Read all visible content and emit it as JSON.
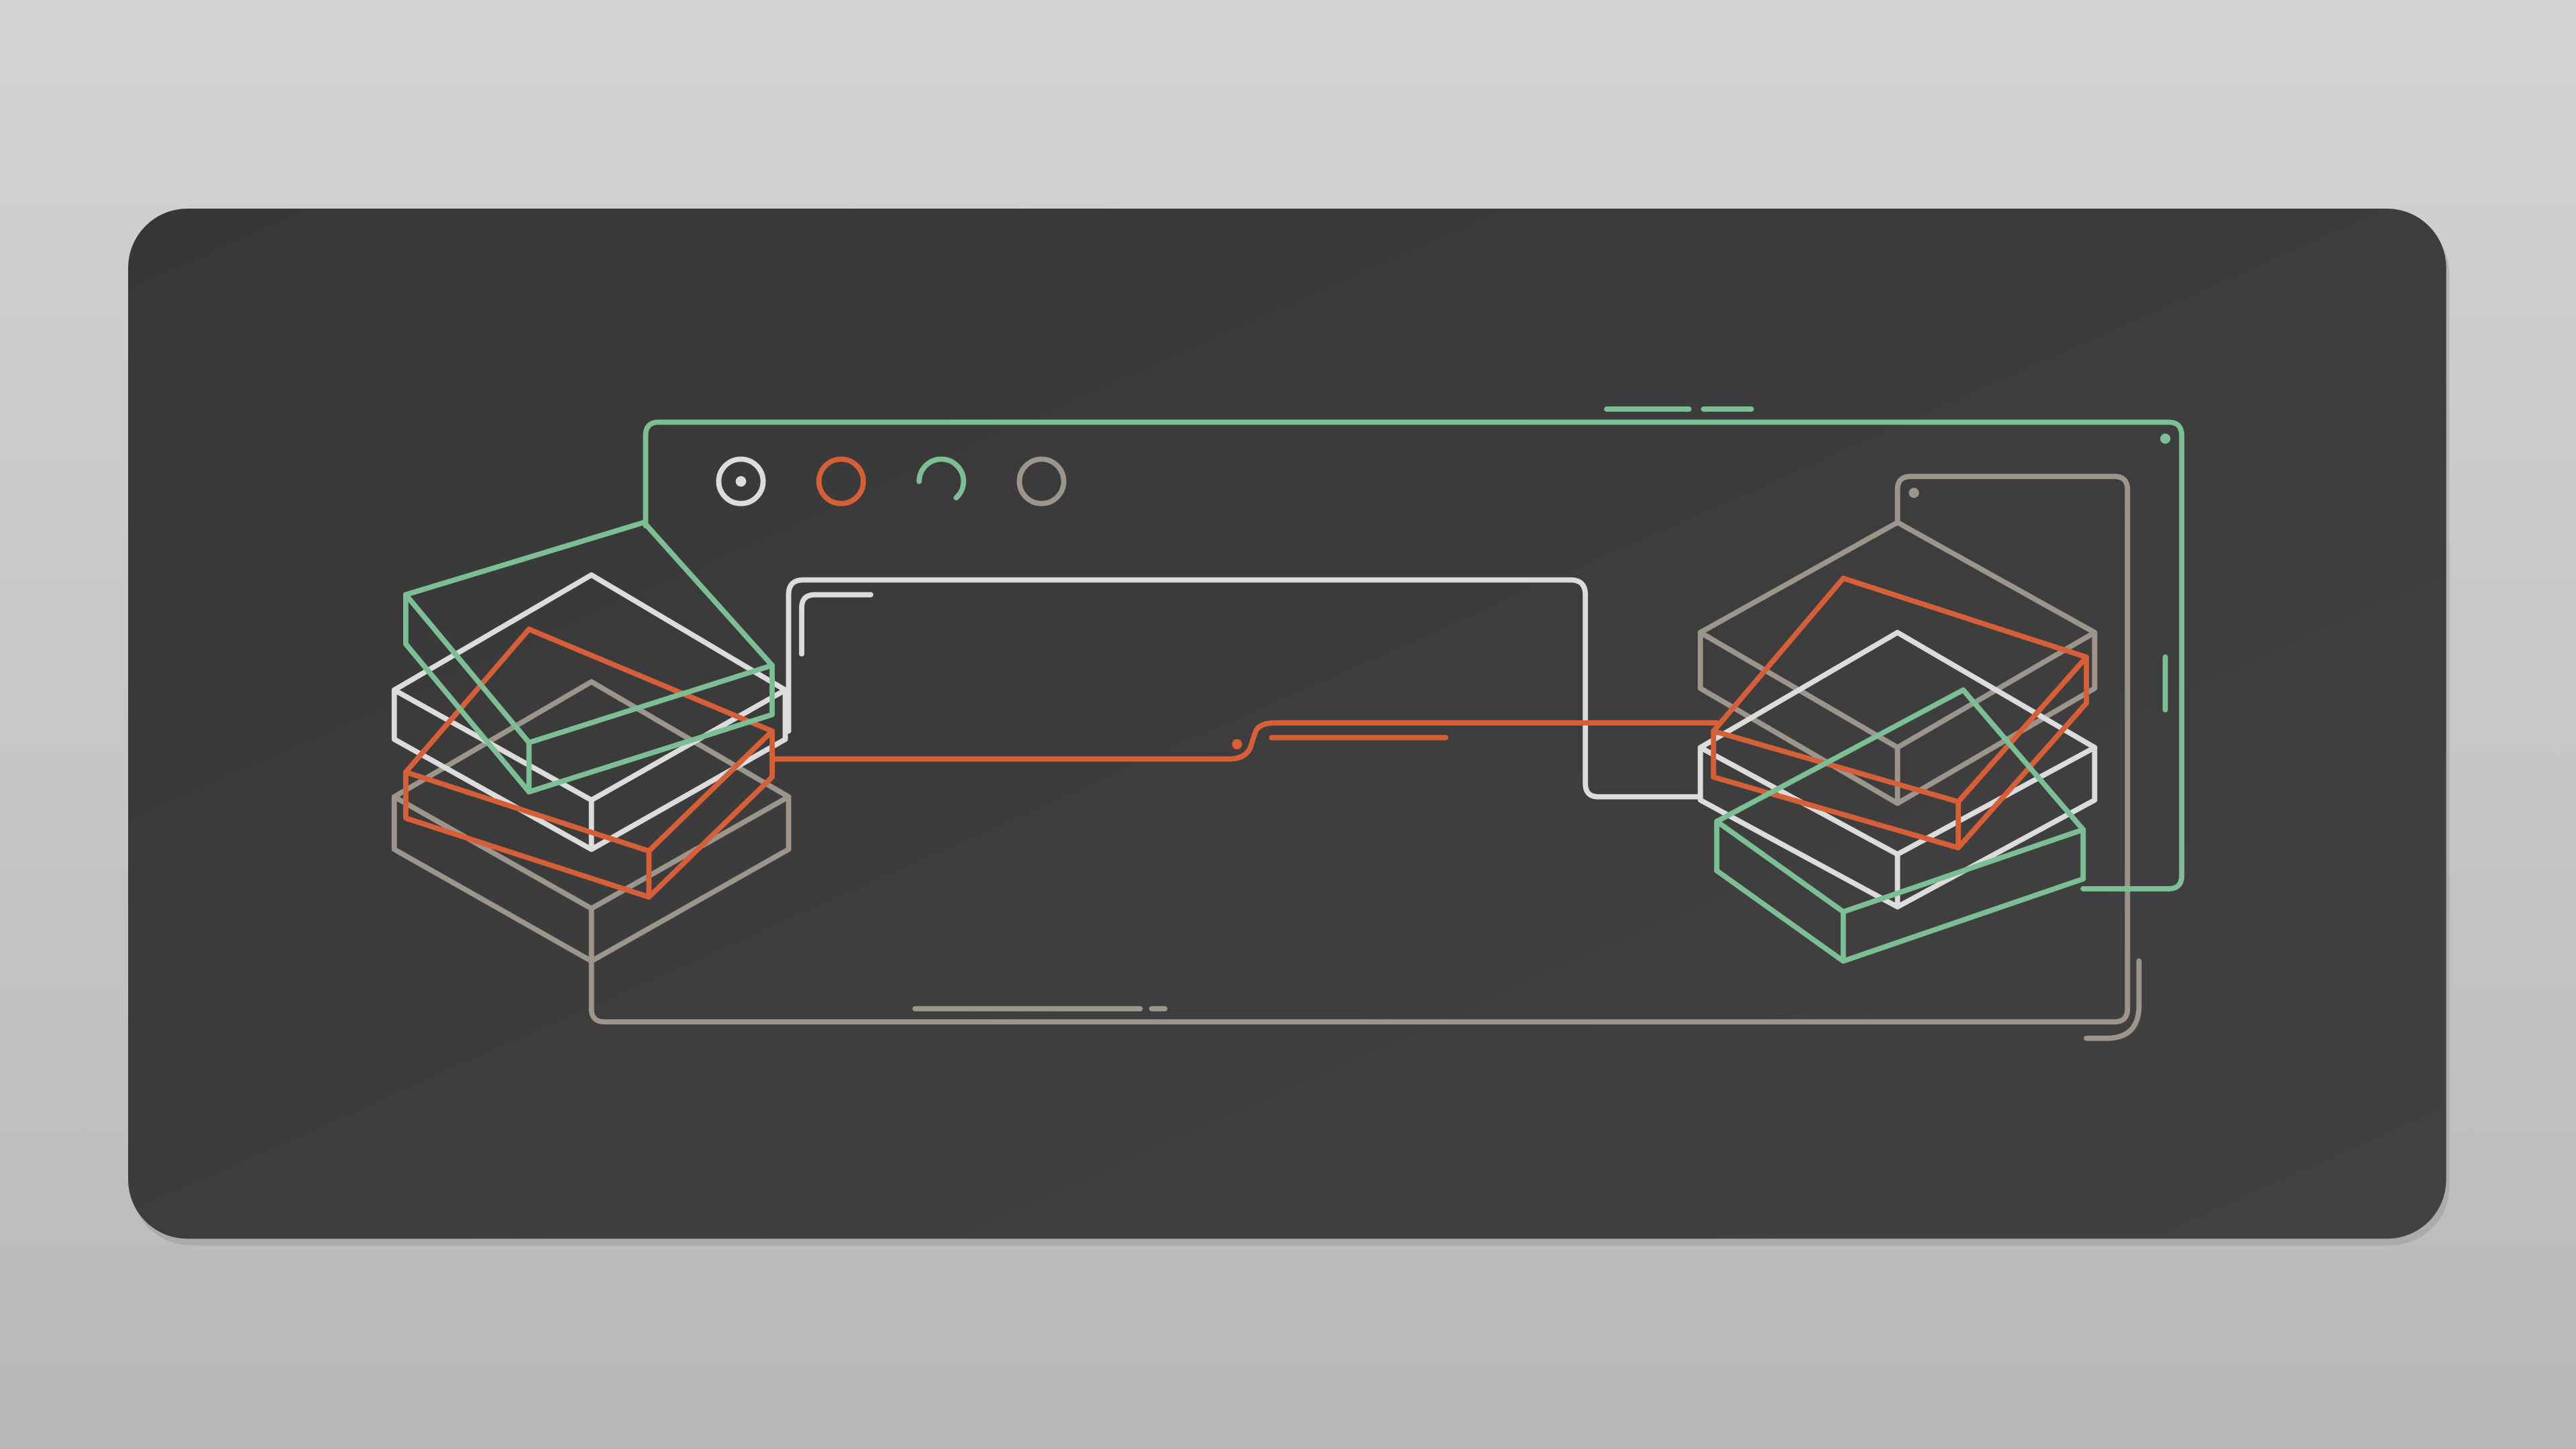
{
  "scene": {
    "subject": "desk-mat",
    "colors": {
      "background_top": "#d3d3d1",
      "background_bottom": "#b9b9b7",
      "mat": "#3b3a3a",
      "green": "#7dbf94",
      "orange": "#d75f38",
      "white": "#dcdcdc",
      "grey": "#9b958b"
    },
    "window_controls": [
      {
        "icon": "target-circle-icon",
        "color": "white"
      },
      {
        "icon": "circle-icon",
        "color": "orange"
      },
      {
        "icon": "loading-arc-icon",
        "color": "green"
      },
      {
        "icon": "circle-icon",
        "color": "grey"
      }
    ],
    "left_stack": [
      "grey",
      "white",
      "orange",
      "green"
    ],
    "right_stack": [
      "grey",
      "white",
      "orange",
      "green"
    ]
  }
}
